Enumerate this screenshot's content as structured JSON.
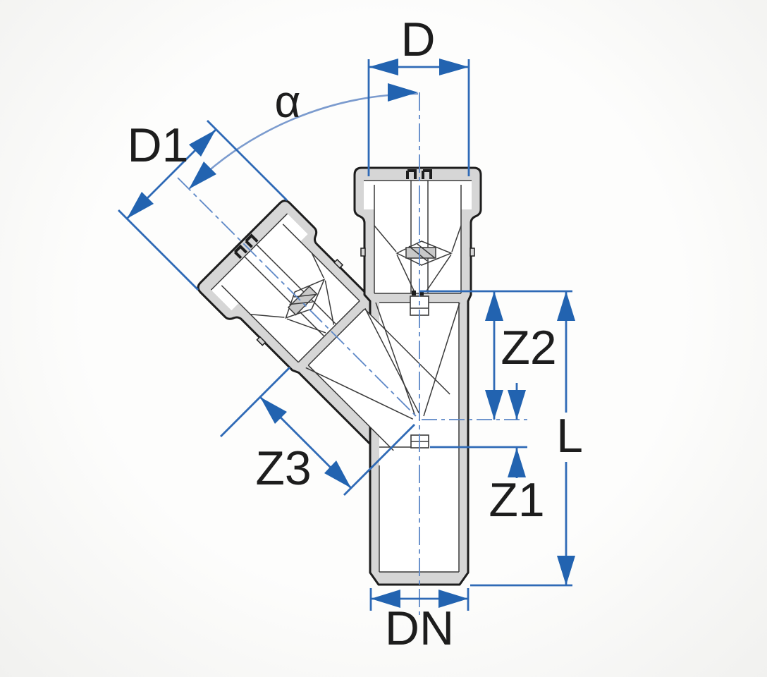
{
  "diagram": {
    "type": "technical-drawing",
    "subject": "45-degree single branch pipe fitting, section view with dimension callouts",
    "labels": {
      "d": "D",
      "d1": "D1",
      "alpha": "α",
      "z2": "Z2",
      "z1": "Z1",
      "z3": "Z3",
      "l": "L",
      "dn": "DN"
    },
    "colors": {
      "dimension_blue": "#2263b0",
      "extension_blue": "#3f72b8",
      "centerline_blue": "#5b86c6",
      "arc_blue": "#7b9bce",
      "outline_black": "#1d1d1d",
      "wall_gray": "#d6d6d6",
      "detail_gray": "#3a3a3a",
      "background": "#fbfbfa"
    }
  }
}
